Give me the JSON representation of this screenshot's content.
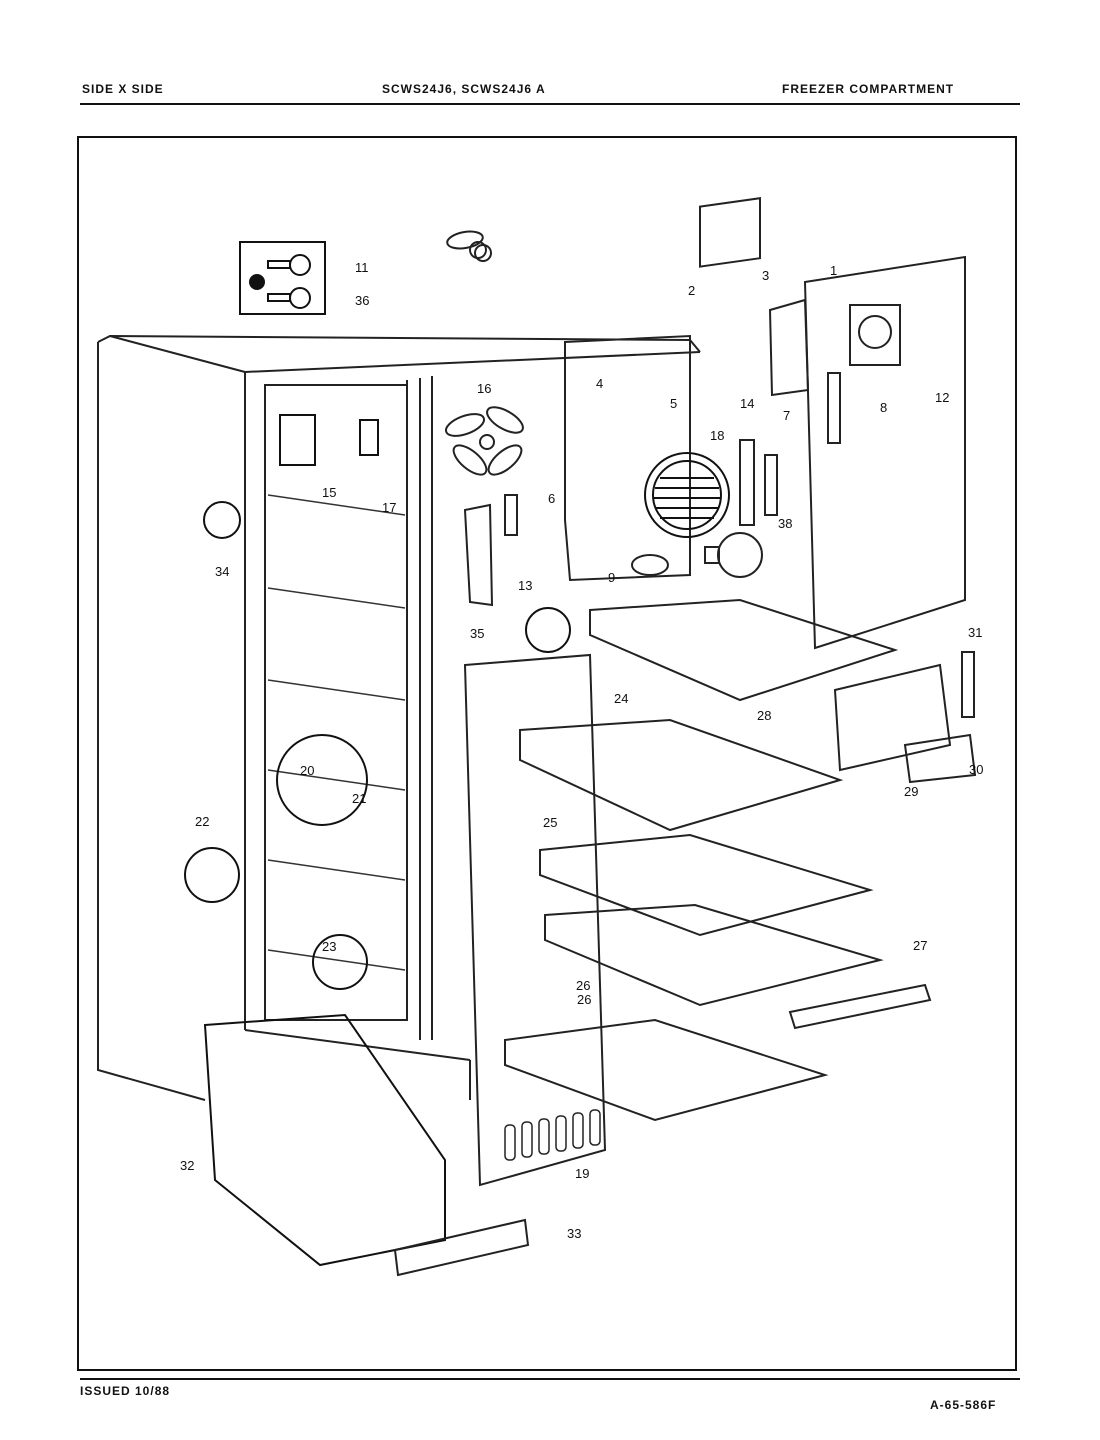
{
  "header": {
    "left": "SIDE X SIDE",
    "center": "SCWS24J6, SCWS24J6 A",
    "right": "FREEZER COMPARTMENT"
  },
  "footer": {
    "issued": "ISSUED 10/88",
    "page_code": "A-65-586F"
  },
  "callouts": [
    "1",
    "2",
    "3",
    "4",
    "5",
    "6",
    "7",
    "8",
    "9",
    "11",
    "12",
    "13",
    "14",
    "15",
    "16",
    "17",
    "18",
    "19",
    "20",
    "21",
    "22",
    "23",
    "24",
    "25",
    "26",
    "26",
    "27",
    "28",
    "29",
    "30",
    "31",
    "32",
    "33",
    "34",
    "35",
    "36",
    "38"
  ]
}
